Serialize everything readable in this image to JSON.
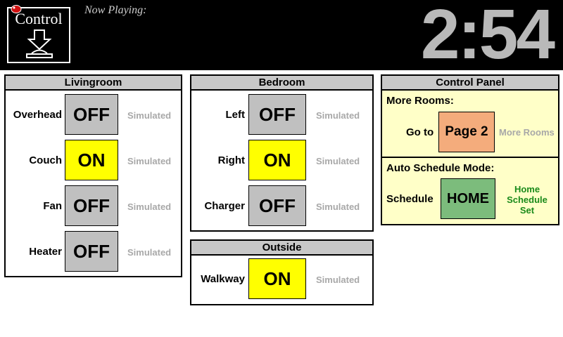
{
  "header": {
    "logo_label": "Control",
    "now_playing": "Now Playing:",
    "clock": "2:54"
  },
  "livingroom": {
    "title": "Livingroom",
    "rows": [
      {
        "label": "Overhead",
        "state": "OFF",
        "note": "Simulated"
      },
      {
        "label": "Couch",
        "state": "ON",
        "note": "Simulated"
      },
      {
        "label": "Fan",
        "state": "OFF",
        "note": "Simulated"
      },
      {
        "label": "Heater",
        "state": "OFF",
        "note": "Simulated"
      }
    ]
  },
  "bedroom": {
    "title": "Bedroom",
    "rows": [
      {
        "label": "Left",
        "state": "OFF",
        "note": "Simulated"
      },
      {
        "label": "Right",
        "state": "ON",
        "note": "Simulated"
      },
      {
        "label": "Charger",
        "state": "OFF",
        "note": "Simulated"
      }
    ]
  },
  "outside": {
    "title": "Outside",
    "rows": [
      {
        "label": "Walkway",
        "state": "ON",
        "note": "Simulated"
      }
    ]
  },
  "control_panel": {
    "title": "Control Panel",
    "more_rooms_title": "More Rooms:",
    "goto_label": "Go to",
    "page_button": "Page 2",
    "more_rooms_note": "More Rooms",
    "schedule_title": "Auto Schedule Mode:",
    "schedule_label": "Schedule",
    "schedule_button": "HOME",
    "schedule_status": [
      "Home",
      "Schedule",
      "Set"
    ]
  },
  "colors": {
    "on": "#ffff00",
    "off": "#c0c0c0",
    "page_button": "#f4ac7c",
    "home_button": "#7cbc7c",
    "panel_bg": "#ffffc8",
    "status_green": "#1a8a1a"
  }
}
